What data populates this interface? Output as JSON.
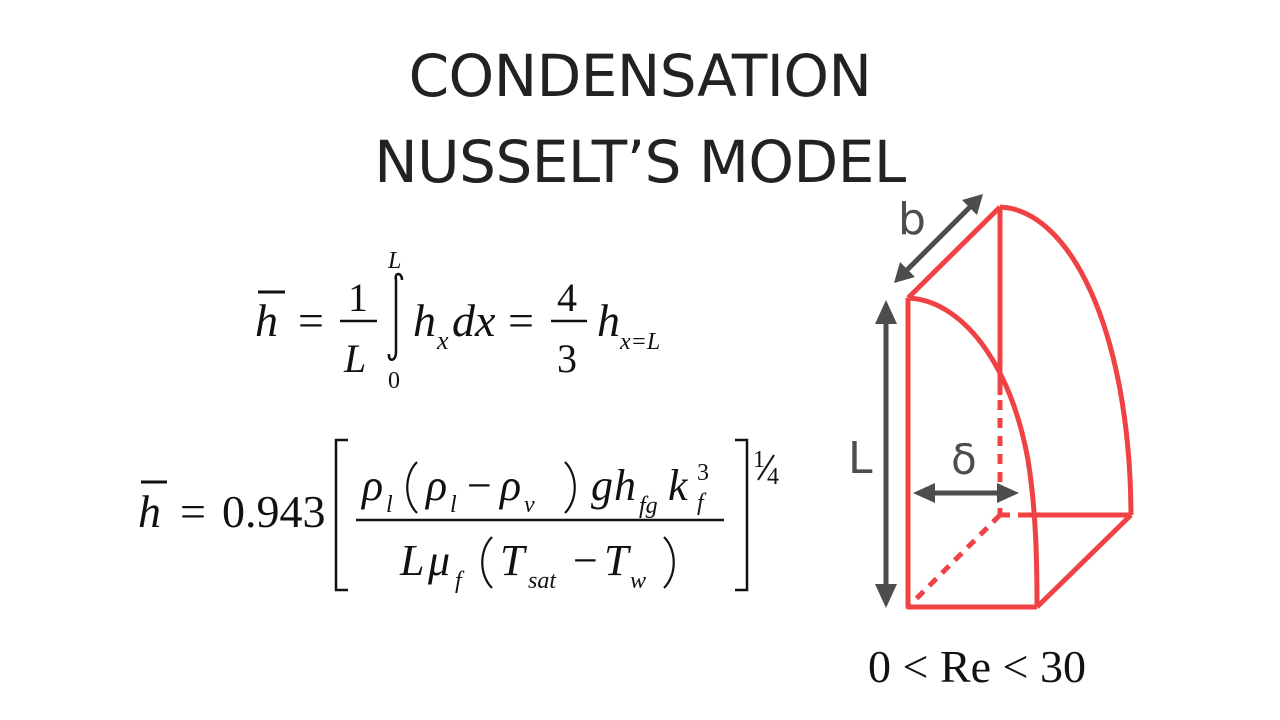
{
  "title": {
    "line1": "CONDENSATION",
    "line2": "NUSSELT’S MODEL"
  },
  "equation1": {
    "hbar": "h",
    "eq": "=",
    "frac_num": "1",
    "frac_den": "L",
    "int_upper": "L",
    "int_lower": "0",
    "integrand_h": "h",
    "integrand_sub": "x",
    "integrand_dx": "dx",
    "eq2": "=",
    "frac2_num": "4",
    "frac2_den": "3",
    "rhs_h": "h",
    "rhs_sub": "x=L"
  },
  "equation2": {
    "hbar": "h",
    "eq": "=",
    "coef": "0.943",
    "exponent_num": "1",
    "exponent_den": "4",
    "num": {
      "rho": "ρ",
      "l": "l",
      "minus": "−",
      "v": "v",
      "g": "g",
      "h": "h",
      "fg": "fg",
      "k": "k",
      "k_sup": "3",
      "k_sub": "f"
    },
    "den": {
      "L": "L",
      "mu": "μ",
      "mu_sub": "f",
      "T": "T",
      "sat": "sat",
      "minus": "−",
      "w": "w"
    }
  },
  "diagram": {
    "label_b": "b",
    "label_L": "L",
    "label_delta": "δ",
    "colors": {
      "film": "#f04245",
      "arrow": "#4d4d4d"
    }
  },
  "range_label": "0 < Re < 30"
}
